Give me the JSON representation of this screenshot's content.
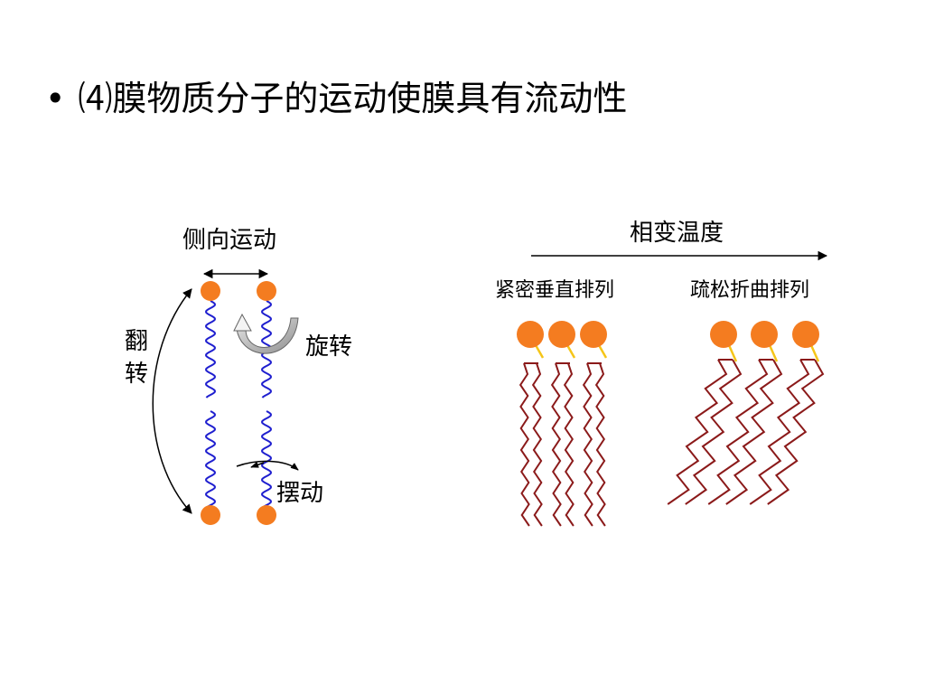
{
  "slide": {
    "bullet": "•",
    "title": "⑷膜物质分子的运动使膜具有流动性"
  },
  "left_diagram": {
    "lateral_label": "侧向运动",
    "flip_label_1": "翻",
    "flip_label_2": "转",
    "rotation_label": "旋转",
    "swing_label": "摆动"
  },
  "right_diagram": {
    "phase_label": "相变温度",
    "ordered_label": "紧密垂直排列",
    "disordered_label": "疏松折曲排列"
  },
  "colors": {
    "head": "#f47c20",
    "chain_blue": "#1f1fcf",
    "chain_red": "#8b1a1a",
    "linker": "#f5c518",
    "arrow_gray": "#999999"
  }
}
